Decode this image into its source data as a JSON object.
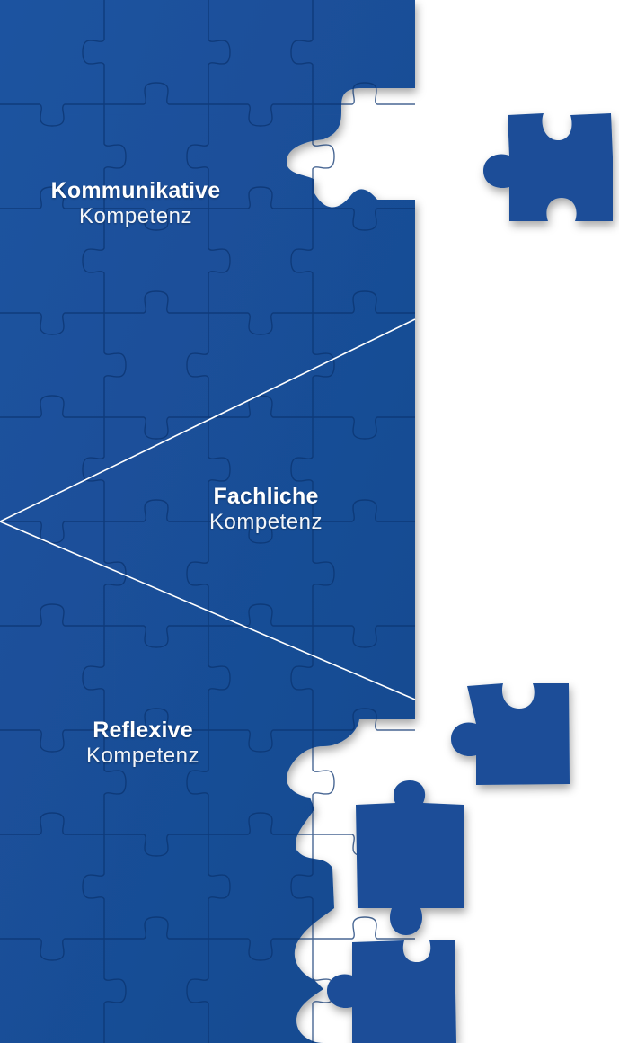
{
  "colors": {
    "puzzle_blue": "#1b4f96",
    "puzzle_blue_dark": "#12407f",
    "seam": "#0b3470",
    "background": "#ffffff",
    "text": "#ffffff",
    "line": "#ffffff"
  },
  "labels": {
    "kommunikative": {
      "bold": "Kommunikative",
      "light": "Kompetenz"
    },
    "fachliche": {
      "bold": "Fachliche",
      "light": "Kompetenz"
    },
    "reflexive": {
      "bold": "Reflexive",
      "light": "Kompetenz"
    }
  }
}
